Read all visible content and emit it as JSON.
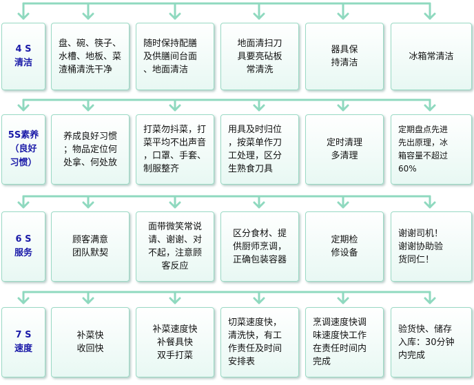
{
  "rows": [
    {
      "header": "4 S\n清洁",
      "cells": [
        "盘、碗、筷子、\n水槽、地板、菜\n渣桶清洗干净",
        "随时保持配膳\n及供膳间台面\n、地面清洁",
        "地面清扫刀\n具要亮砧板\n常清洗",
        "器具保\n持清洁",
        "冰箱常清洁"
      ]
    },
    {
      "header": "5S素养\n（良好\n习惯）",
      "cells": [
        "养成良好习惯\n；物品定位何\n处拿、何处放",
        "打菜勿抖菜，打\n菜平均不出声音\n，口罩、手套、\n制服整齐",
        "用具及时归位\n，按菜单作刀\n工处理，区分\n生熟食刀具",
        "定时清理\n多清理",
        "定期盘点先进\n先出原理，冰\n箱容量不超过\n60%"
      ]
    },
    {
      "header": "6 S\n服务",
      "cells": [
        "顾客满意\n团队默契",
        "面带微笑常说\n请、谢谢、对\n不起，注意顾\n客反应",
        "区分食材、提\n供厨师烹调，\n正确包装容器",
        "定期检\n修设备",
        "谢谢司机！\n谢谢协助验\n货同仁！"
      ]
    },
    {
      "header": "7 S\n速度",
      "cells": [
        "补菜快\n收回快",
        "补菜速度快\n补餐具快\n双手打菜",
        "切菜速度快，\n清洗快，有工\n作责任及时间\n安排表",
        "烹调速度快调\n味速度快工作\n在责任时间内\n完成",
        "验货快、储存\n入库：30分钟\n内完成"
      ]
    }
  ],
  "colors": {
    "arrow": "#8fd9bf",
    "header_text": "#1a1aa8",
    "box_border": "#9ad9c4"
  }
}
